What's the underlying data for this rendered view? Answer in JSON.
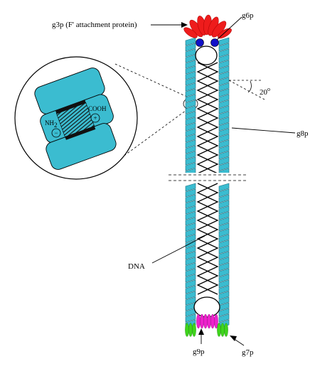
{
  "title": "",
  "labels": {
    "g3p": "g3p (F' attachment protein)",
    "g6p": "g6p",
    "g8p": "g8p",
    "angle": "20",
    "angle_unit": "o",
    "dna": "DNA",
    "g9p": "g9p",
    "g7p": "g7p",
    "nh2": "NH",
    "nh2_sub": "2",
    "cooh": "COOH",
    "minus": "−",
    "plus": "+"
  },
  "colors": {
    "coat": "#3bbcd0",
    "coat_stroke": "#1d6f80",
    "g3p": "#ee1c1c",
    "g6p": "#1010c8",
    "g9p": "#ee22cc",
    "g7p": "#3fd51c",
    "dna": "#000000"
  }
}
